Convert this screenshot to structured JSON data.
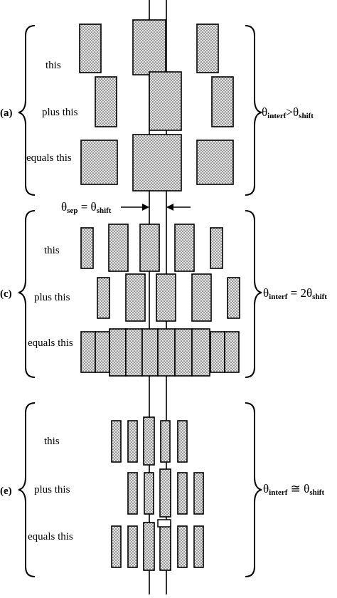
{
  "panels": [
    {
      "id": "a",
      "section_label": "(a)",
      "row_labels": [
        "this",
        "plus this",
        "equals this"
      ],
      "condition": {
        "theta": "θ",
        "left_sub": "interf",
        "relation": ">",
        "right_theta": "θ",
        "right_sub": "shift"
      }
    },
    {
      "id": "c",
      "section_label": "(c)",
      "row_labels": [
        "this",
        "plus this",
        "equals this"
      ],
      "condition": {
        "theta": "θ",
        "left_sub": "interf",
        "relation": " = 2",
        "right_theta": "θ",
        "right_sub": "shift"
      }
    },
    {
      "id": "e",
      "section_label": "(e)",
      "row_labels": [
        "this",
        "plus this",
        "equals this"
      ],
      "condition": {
        "theta": "θ",
        "left_sub": "interf",
        "relation": " ≅ ",
        "right_theta": "θ",
        "right_sub": "shift"
      }
    }
  ],
  "separation_label": {
    "left_theta": "θ",
    "left_sub": "sep",
    "equals": " = ",
    "right_theta": "θ",
    "right_sub": "shift"
  }
}
